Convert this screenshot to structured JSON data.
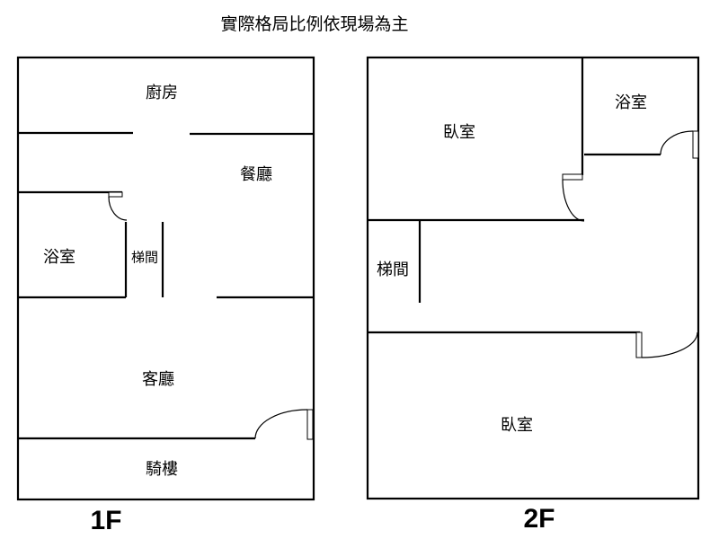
{
  "note": "實際格局比例依現場為主",
  "floors": [
    {
      "label": "1F",
      "rooms": {
        "kitchen": "廚房",
        "dining": "餐廳",
        "bath": "浴室",
        "stair": "梯間",
        "living": "客廳",
        "arcade": "騎樓"
      }
    },
    {
      "label": "2F",
      "rooms": {
        "bedroom_top": "臥室",
        "bath": "浴室",
        "stair": "梯間",
        "bedroom_bottom": "臥室"
      }
    }
  ]
}
